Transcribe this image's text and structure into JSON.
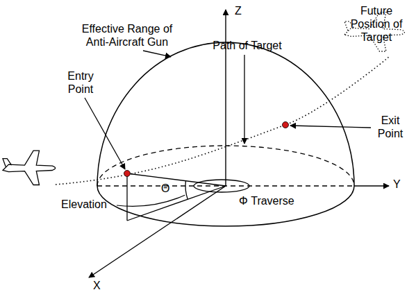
{
  "diagram": {
    "labels": [
      "Z",
      "Future Position of Target",
      "Effective Range of Anti-Aircraft Gun",
      "Path of Target",
      "Entry Point",
      "Exit Point",
      "Y",
      "Θ",
      "Elevation",
      "Φ Traverse",
      "X"
    ]
  }
}
